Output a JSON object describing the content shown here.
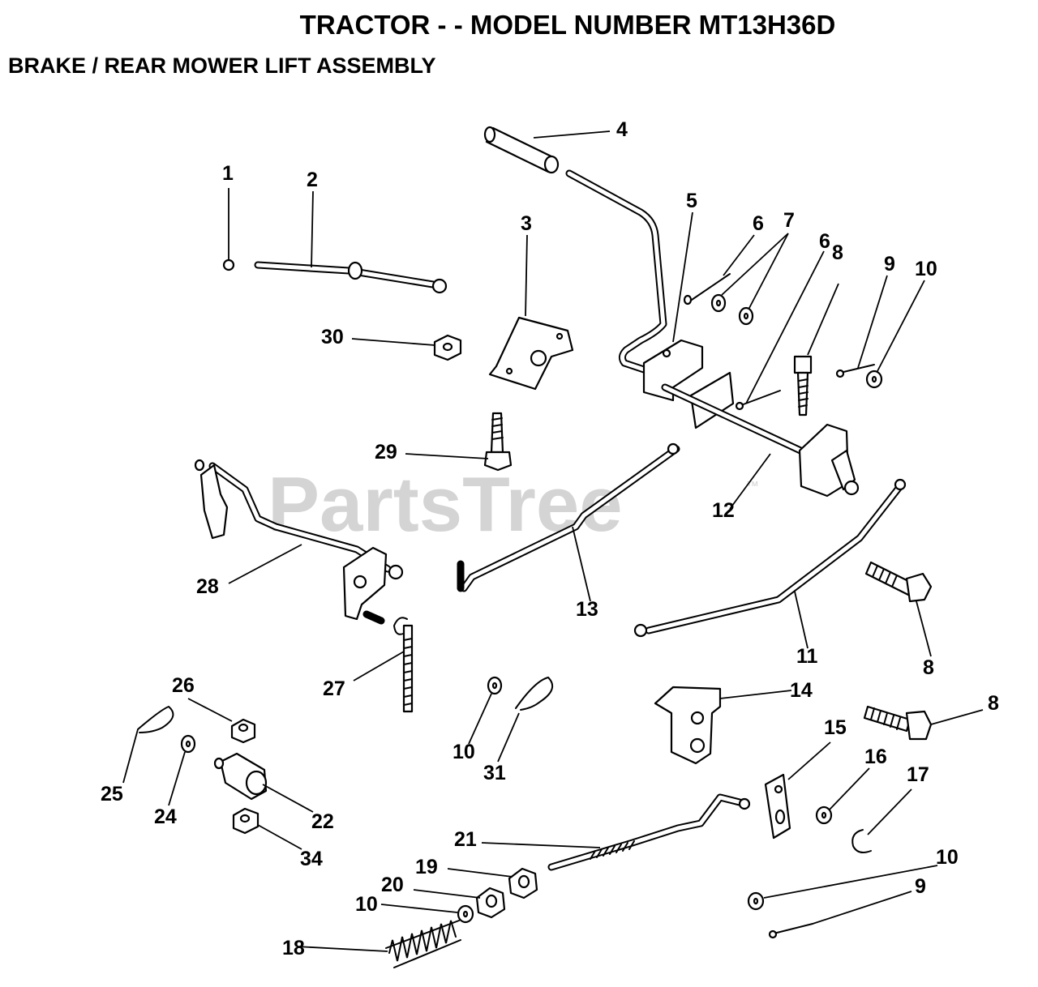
{
  "header": {
    "title": "TRACTOR - - MODEL NUMBER MT13H36D",
    "subtitle": "BRAKE / REAR MOWER LIFT ASSEMBLY"
  },
  "watermark": {
    "text": "PartsTree",
    "tm": "™"
  },
  "callouts": {
    "c1": "1",
    "c2": "2",
    "c3": "3",
    "c4": "4",
    "c5": "5",
    "c6a": "6",
    "c6b": "6",
    "c7": "7",
    "c8a": "8",
    "c8b": "8",
    "c8c": "8",
    "c9a": "9",
    "c9b": "9",
    "c10a": "10",
    "c10b": "10",
    "c10c": "10",
    "c10d": "10",
    "c11": "11",
    "c12": "12",
    "c13": "13",
    "c14": "14",
    "c15": "15",
    "c16": "16",
    "c17": "17",
    "c18": "18",
    "c19": "19",
    "c20": "20",
    "c21": "21",
    "c22": "22",
    "c24": "24",
    "c25": "25",
    "c26": "26",
    "c27": "27",
    "c28": "28",
    "c29": "29",
    "c30": "30",
    "c31": "31",
    "c34": "34"
  }
}
